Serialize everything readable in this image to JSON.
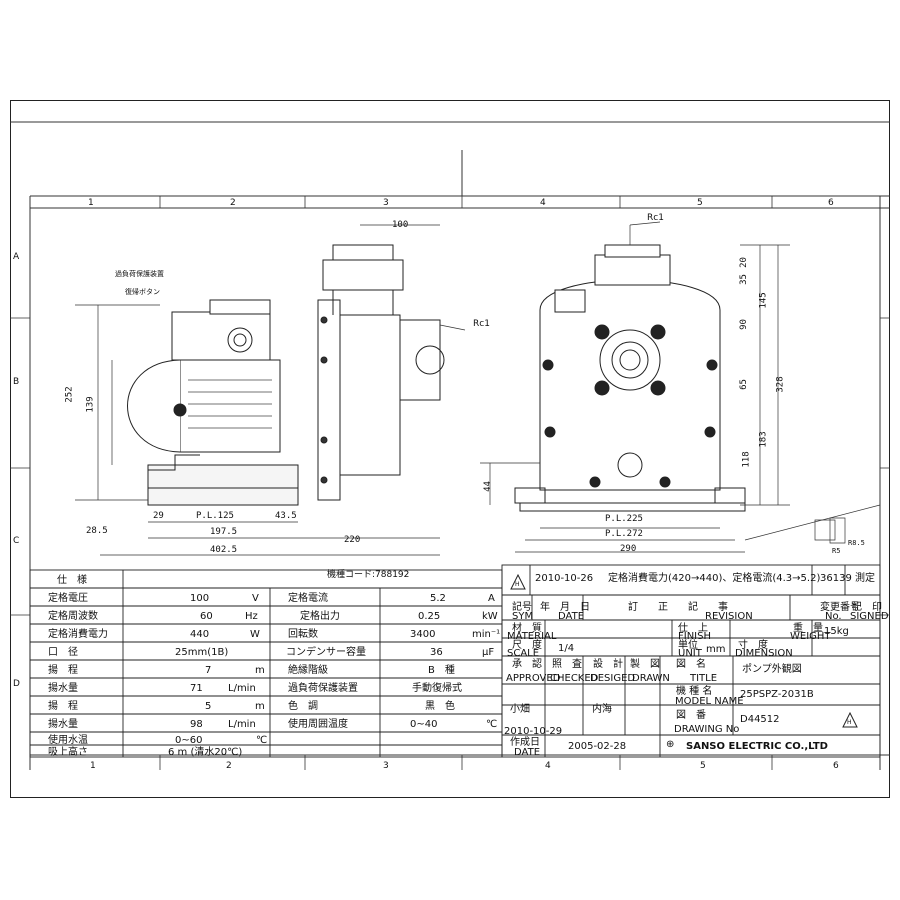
{
  "grid": {
    "columns": [
      "1",
      "2",
      "3",
      "4",
      "5",
      "6"
    ],
    "rows": [
      "A",
      "B",
      "C",
      "D"
    ]
  },
  "labels": {
    "overload_device": "過負荷保護装置",
    "reset_button": "復帰ボタン",
    "rc1_top": "Rc1",
    "rc1_side": "Rc1",
    "model_code": "機種コード:788192"
  },
  "dimensions": {
    "side": [
      "100",
      "252",
      "139",
      "29",
      "P.L.125",
      "43.5",
      "197.5",
      "402.5",
      "220",
      "28.5"
    ],
    "front": [
      "20",
      "35",
      "145",
      "90",
      "65",
      "328",
      "183",
      "118",
      "44",
      "P.L.225",
      "P.L.272",
      "290",
      "R5",
      "R8.5"
    ]
  },
  "spec": {
    "header": "仕　様",
    "rows": [
      {
        "label": "定格電圧",
        "value": "100",
        "unit": "V",
        "label2": "定格電流",
        "value2": "5.2",
        "unit2": "A"
      },
      {
        "label": "定格周波数",
        "value": "60",
        "unit": "Hz",
        "label2": "定格出力",
        "value2": "0.25",
        "unit2": "kW"
      },
      {
        "label": "定格消費電力",
        "value": "440",
        "unit": "W",
        "label2": "回転数",
        "value2": "3400",
        "unit2": "min⁻¹"
      },
      {
        "label": "口　径",
        "value": "25mm(1B)",
        "unit": "",
        "label2": "コンデンサー容量",
        "value2": "36",
        "unit2": "μF"
      },
      {
        "label": "揚　程",
        "value": "7",
        "unit": "m",
        "label2": "絶縁階級",
        "value2": "B　種",
        "unit2": ""
      },
      {
        "label": "揚水量",
        "value": "71",
        "unit": "L/min",
        "label2": "過負荷保護装置",
        "value2": "手動復帰式",
        "unit2": ""
      },
      {
        "label": "揚　程",
        "value": "5",
        "unit": "m",
        "label2": "色　調",
        "value2": "黒　色",
        "unit2": ""
      },
      {
        "label": "揚水量",
        "value": "98",
        "unit": "L/min",
        "label2": "使用周囲温度",
        "value2": "0~40",
        "unit2": "℃"
      },
      {
        "label": "使用水温",
        "value": "0~60",
        "unit": "℃",
        "label2": "",
        "value2": "",
        "unit2": ""
      },
      {
        "label": "吸上高さ",
        "value": "6 m (清水20℃)",
        "unit": "",
        "label2": "",
        "value2": "",
        "unit2": ""
      }
    ]
  },
  "title_block": {
    "revision_date": "2010-10-26",
    "revision_text": "定格消費電力(420→440)、定格電流(4.3→5.2)",
    "revision_no": "36139",
    "revision_sign": "測定",
    "sym": "記号",
    "sym_en": "SYM",
    "date_label": "年　月　日",
    "date_en": "DATE",
    "revision_label": "訂　　正　　記　　事",
    "revision_en": "REVISION",
    "change_no": "変更番号",
    "change_no_en": "No.",
    "signed": "記　印",
    "signed_en": "SIGNED",
    "material": "材　質",
    "material_en": "MATERIAL",
    "finish": "仕　上",
    "finish_en": "FINISH",
    "weight_label": "重　量",
    "weight_en": "WEIGHT",
    "weight": "15kg",
    "scale_label": "尺　度",
    "scale_en": "SCALE",
    "scale": "1/4",
    "unit_label": "単位",
    "unit_en": "UNIT",
    "unit": "mm",
    "dimension_label": "寸　度",
    "dimension_en": "DIMENSION",
    "approved": "承　認",
    "approved_en": "APPROVED",
    "checked": "照　査",
    "checked_en": "CHECKED",
    "designed": "設　計",
    "designed_en": "DESIGED",
    "drawn": "製　図",
    "drawn_en": "DRAWN",
    "title_label": "図　名",
    "title_en": "TITLE",
    "title": "ポンプ外観図",
    "model_label": "機 種 名",
    "model_en": "MODEL NAME",
    "model": "25PSPZ-2031B",
    "drawing_label": "図　番",
    "drawing_en": "DRAWING No",
    "drawing_no": "D44512",
    "approver": "小畑",
    "designer": "内海",
    "approve_date": "2010-10-29",
    "created_label": "作成日",
    "created_en": "DATE",
    "created": "2005-02-28",
    "company": "SANSO ELECTRIC CO.,LTD",
    "revision_mark": "H"
  }
}
